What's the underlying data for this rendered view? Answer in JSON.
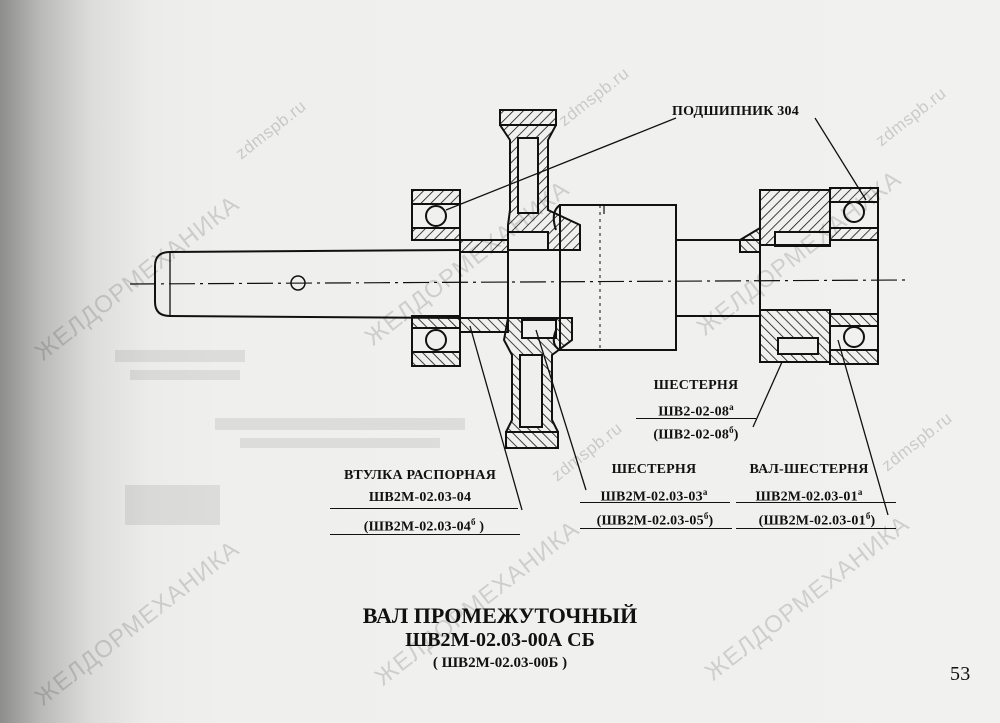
{
  "labels": {
    "bearing": "ПОДШИПНИК 304",
    "pinion": {
      "name": "ШЕСТЕРНЯ",
      "code_a": "ШВ2-02-08",
      "sup_a": "а",
      "code_b": "ШВ2-02-08",
      "sup_b": "б"
    },
    "spacer": {
      "name": "ВТУЛКА РАСПОРНАЯ",
      "code_a": "ШВ2М-02.03-04",
      "code_b": "ШВ2М-02.03-04",
      "sup_b": "б"
    },
    "gear": {
      "name": "ШЕСТЕРНЯ",
      "code_a": "ШВ2М-02.03-03",
      "sup_a": "а",
      "code_b": "ШВ2М-02.03-05",
      "sup_b": "б"
    },
    "shaft_gear": {
      "name": "ВАЛ-ШЕСТЕРНЯ",
      "code_a": "ШВ2М-02.03-01",
      "sup_a": "а",
      "code_b": "ШВ2М-02.03-01",
      "sup_b": "б"
    }
  },
  "title": {
    "line1": "ВАЛ ПРОМЕЖУТОЧНЫЙ",
    "line2": "ШВ2М-02.03-00А СБ",
    "line3": "( ШВ2М-02.03-00Б )"
  },
  "page_number": "53",
  "watermarks": {
    "site": "zdmspb.ru",
    "brand": "ЖЕЛДОРМЕХАНИКА"
  }
}
